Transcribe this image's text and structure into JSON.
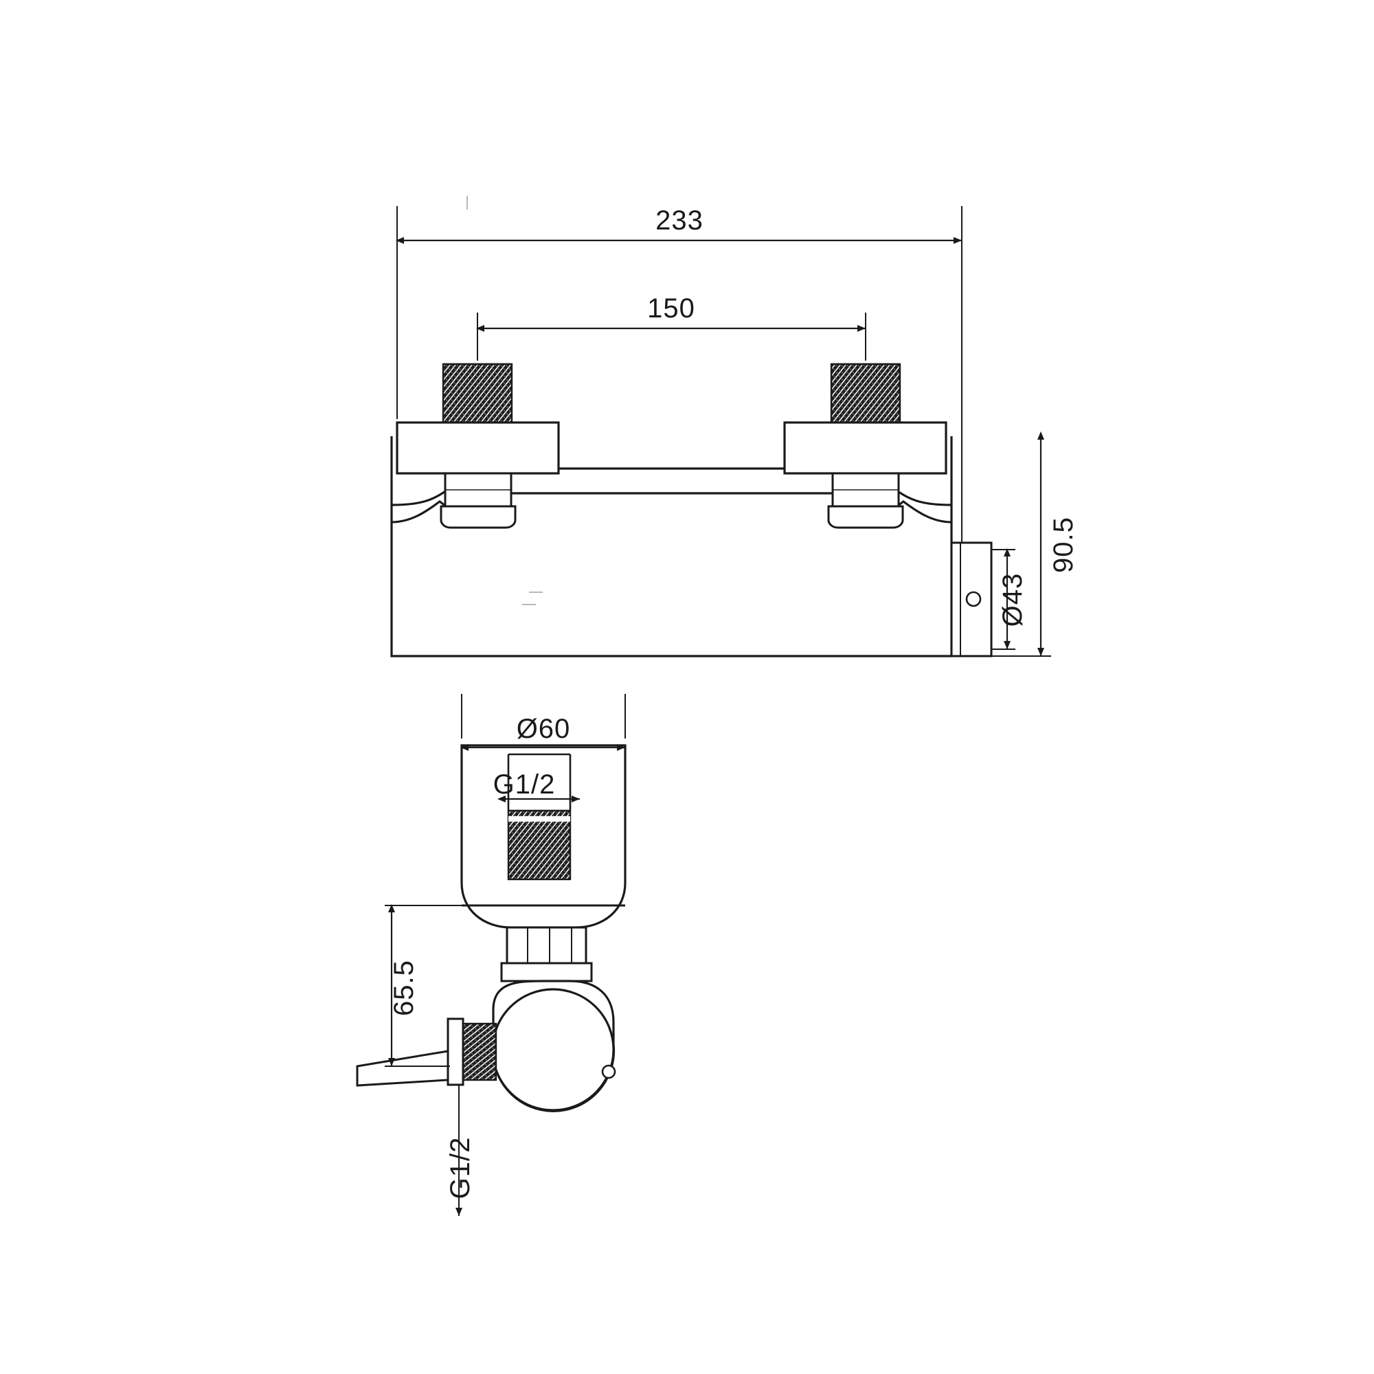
{
  "drawing": {
    "title": "Wall-mounted shower mixer technical drawing",
    "background_color": "#ffffff",
    "line_color": "#1a1a1a",
    "thread_color": "#1a1a1a",
    "views": [
      {
        "name": "front-view",
        "description": "Front elevation of wall mounted mixer body with two inlet unions"
      },
      {
        "name": "side-view",
        "description": "Side elevation of mixer with handle and G1/2 outlet"
      }
    ],
    "dimensions": {
      "overall_width": "233",
      "inlet_spacing": "150",
      "body_height": "90.5",
      "outlet_diameter": "Ø43",
      "flange_diameter": "Ø60",
      "thread_top": "G1/2",
      "height_to_outlet": "65.5",
      "thread_outlet": "G1/2"
    }
  }
}
